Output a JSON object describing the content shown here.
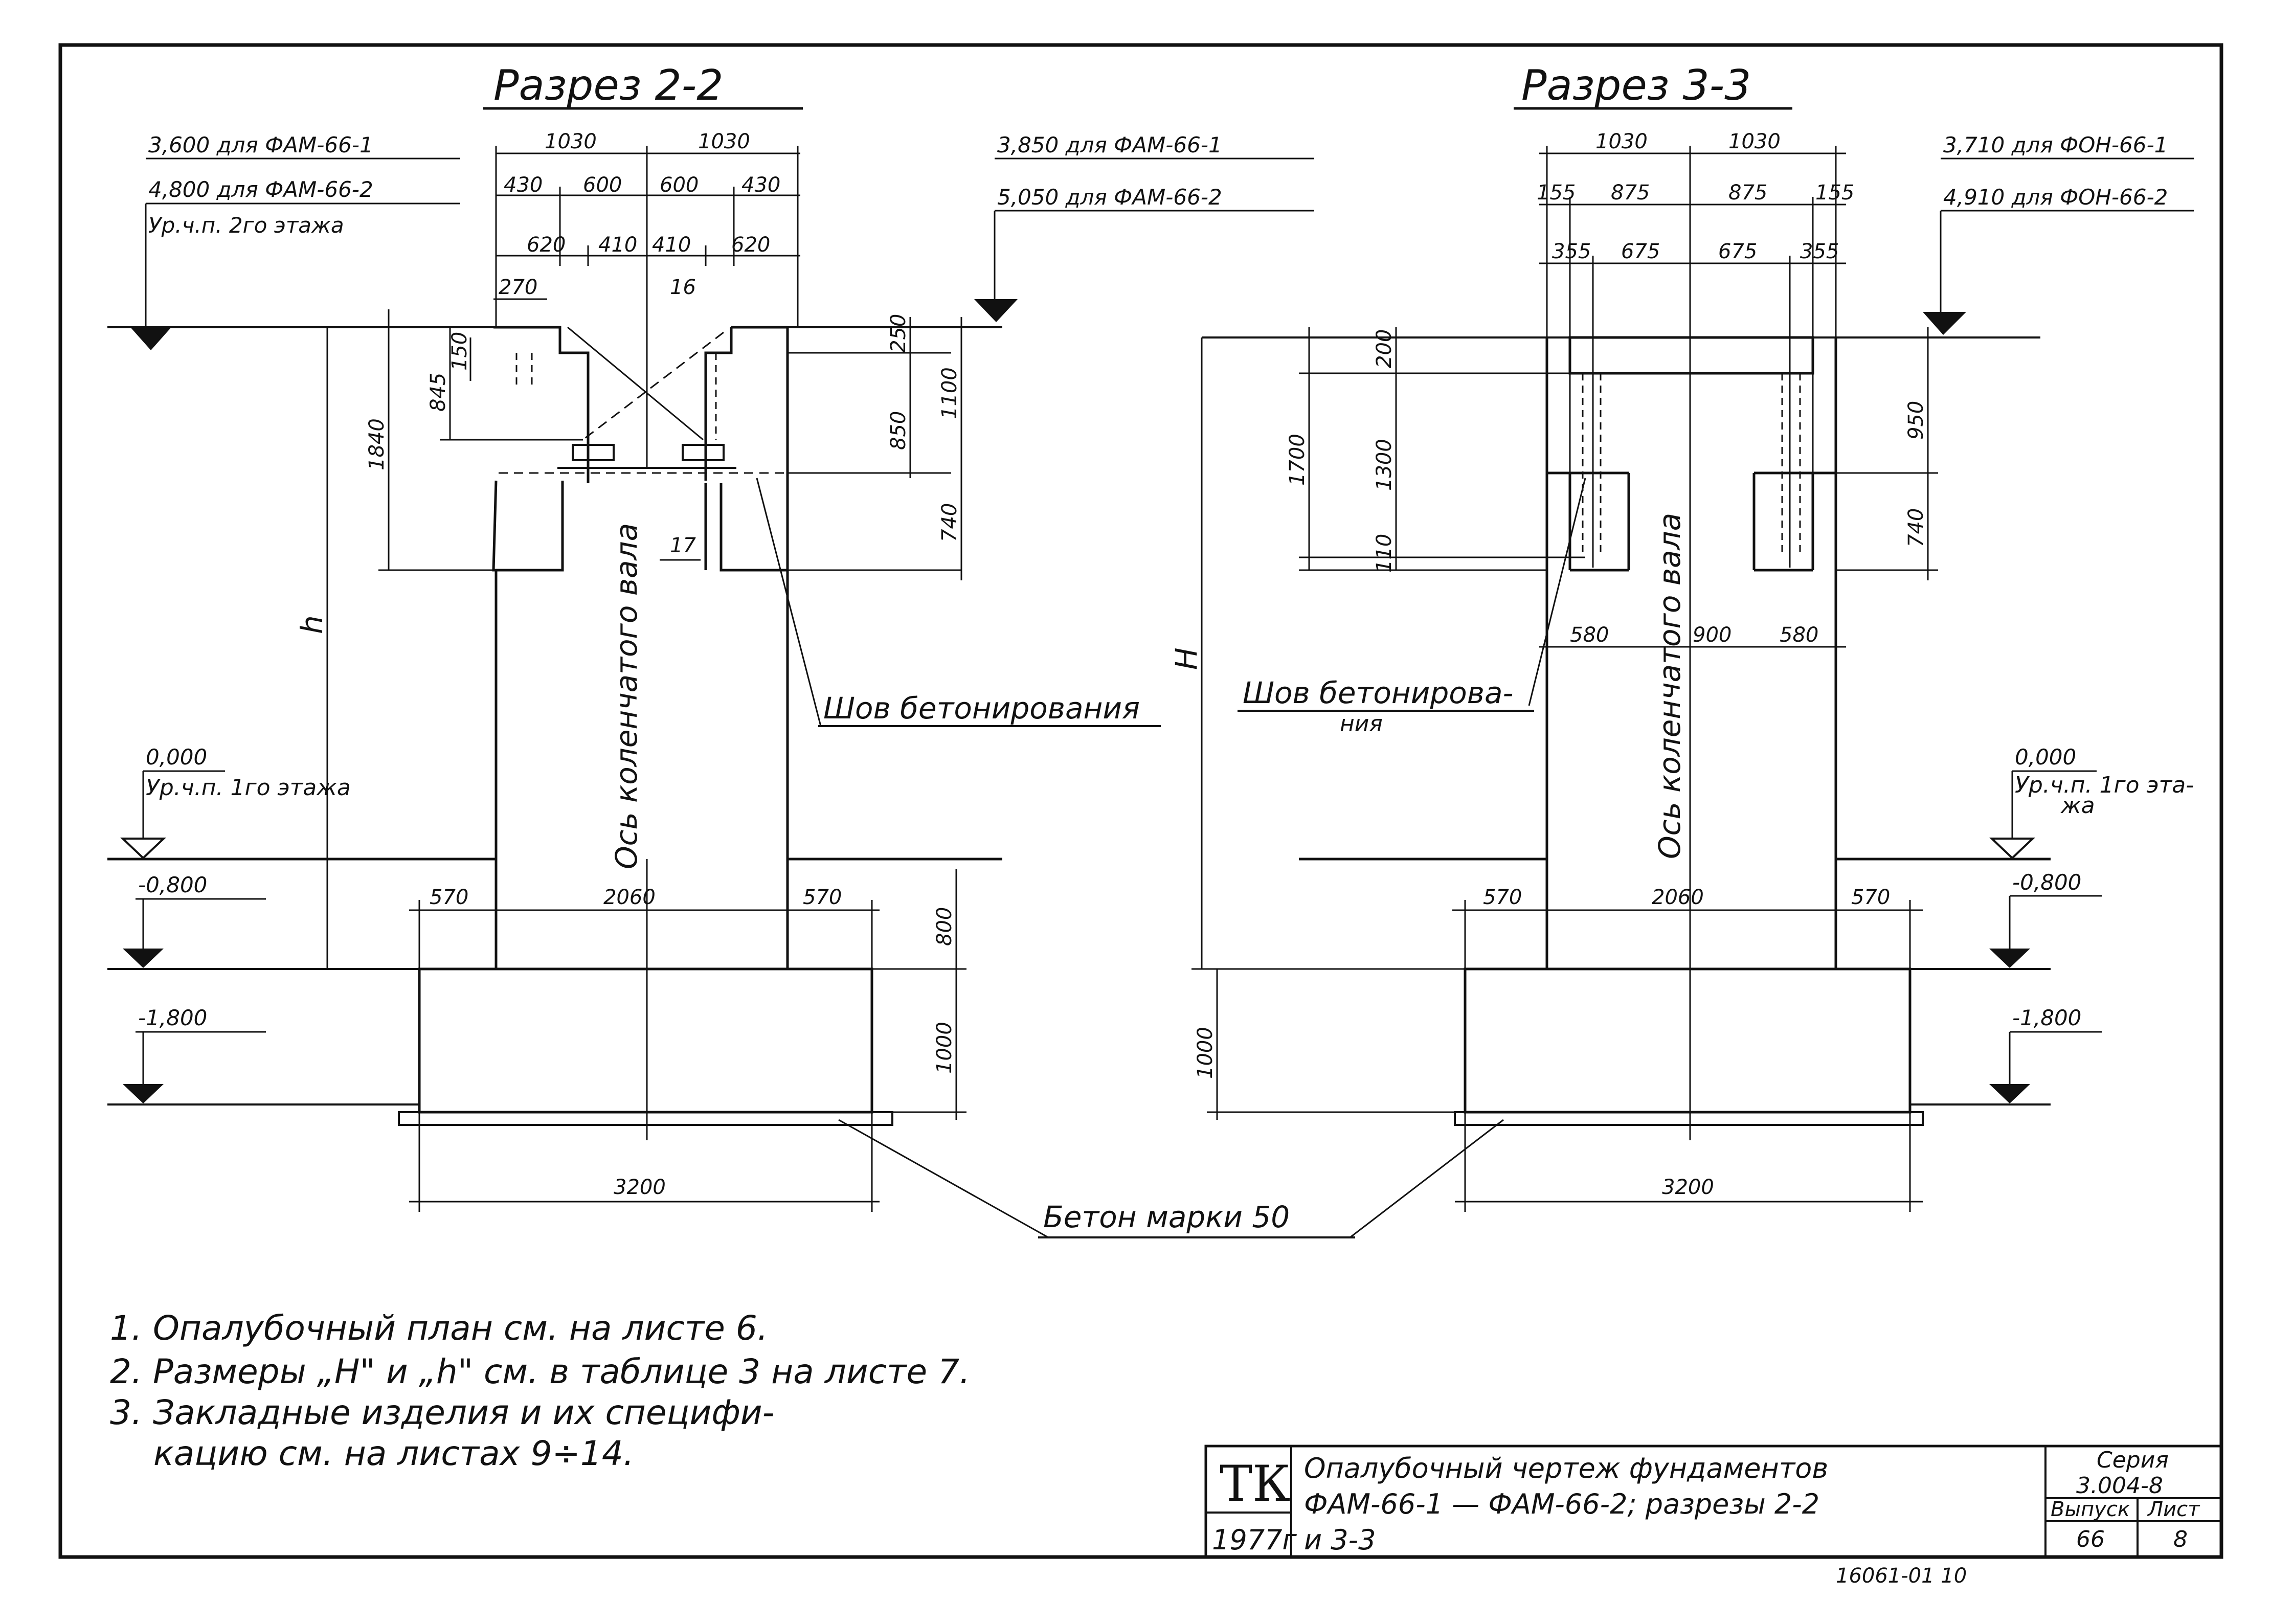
{
  "section_2_2": {
    "title": "Разрез 2-2",
    "levels": {
      "top_a": "3,600 для ФАМ-66-1",
      "top_b": "4,800 для ФАМ-66-2",
      "top_c": "Ур.ч.п. 2го этажа",
      "right_a": "3,850 для ФАМ-66-1",
      "right_b": "5,050 для ФАМ-66-2",
      "zero": "0,000",
      "zero_note": "Ур.ч.п. 1го этажа",
      "m0800": "-0,800",
      "m1800": "-1,800"
    },
    "dims": {
      "d1030a": "1030",
      "d1030b": "1030",
      "d430a": "430",
      "d600a": "600",
      "d600b": "600",
      "d430b": "430",
      "d620a": "620",
      "d410a": "410",
      "d410b": "410",
      "d620b": "620",
      "d270": "270",
      "d16": "16",
      "d17": "17",
      "d250": "250",
      "d1100": "1100",
      "d850": "850",
      "d740": "740",
      "d1840": "1840",
      "d845": "845",
      "d150": "150",
      "h": "h",
      "d570a": "570",
      "d2060": "2060",
      "d570b": "570",
      "d800": "800",
      "d1000": "1000",
      "d3200": "3200"
    },
    "axis_label": "Ось коленчатого вала",
    "seam_label": "Шов бетонирования"
  },
  "section_3_3": {
    "title": "Разрез 3-3",
    "levels": {
      "right_a": "3,710 для ФОН-66-1",
      "right_b": "4,910 для ФОН-66-2",
      "zero": "0,000",
      "zero_note1": "Ур.ч.п. 1го эта-",
      "zero_note2": "жа",
      "m0800": "-0,800",
      "m1800": "-1,800"
    },
    "dims": {
      "d1030a": "1030",
      "d1030b": "1030",
      "d155a": "155",
      "d875a": "875",
      "d875b": "875",
      "d155b": "155",
      "d355a": "355",
      "d675a": "675",
      "d675b": "675",
      "d355b": "355",
      "d200": "200",
      "d1300": "1300",
      "d110": "110",
      "d1700": "1700",
      "d950": "950",
      "d740": "740",
      "H": "H",
      "d580a": "580",
      "d900": "900",
      "d580b": "580",
      "d570a": "570",
      "d2060": "2060",
      "d570b": "570",
      "d1000": "1000",
      "d3200": "3200"
    },
    "axis_label": "Ось коленчатого вала",
    "seam_label1": "Шов бетонирова-",
    "seam_label2": "ния"
  },
  "concrete_label": "Бетон марки 50",
  "notes": [
    "1. Опалубочный план см. на листе 6.",
    "2. Размеры „H\" и „h\" см. в таблице 3 на листе 7.",
    "3. Закладные изделия и их специфи-",
    "кацию см. на листах 9÷14."
  ],
  "stamp": {
    "org": "ТК",
    "year": "1977г",
    "title1": "Опалубочный чертеж фундаментов",
    "title2": "ФАМ-66-1 — ФАМ-66-2; разрезы 2-2",
    "title3": "и 3-3",
    "series_label": "Серия",
    "series_value": "3.004-8",
    "issue_label": "Выпуск",
    "issue_value": "66",
    "sheet_label": "Лист",
    "sheet_value": "8",
    "doc_number": "16061-01   10"
  },
  "colors": {
    "ink": "#111111",
    "paper": "#ffffff"
  }
}
